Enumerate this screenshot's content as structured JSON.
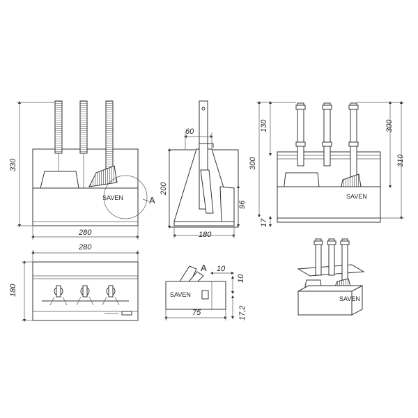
{
  "brand": "SAVEN",
  "callout_label": "A",
  "dimensions": {
    "front_overall_height": "330",
    "front_width_top": "280",
    "top_width": "280",
    "top_depth": "180",
    "side_handle_width": "60",
    "side_height": "200",
    "side_base_depth": "180",
    "side_slot_height": "96",
    "detail_a_w1": "10",
    "detail_a_w2": "10",
    "detail_a_width": "75",
    "detail_a_height": "17,2",
    "right_height_300": "300",
    "right_handle_130": "130",
    "right_height_300b": "300",
    "right_height_310": "310",
    "right_base_17": "17"
  }
}
